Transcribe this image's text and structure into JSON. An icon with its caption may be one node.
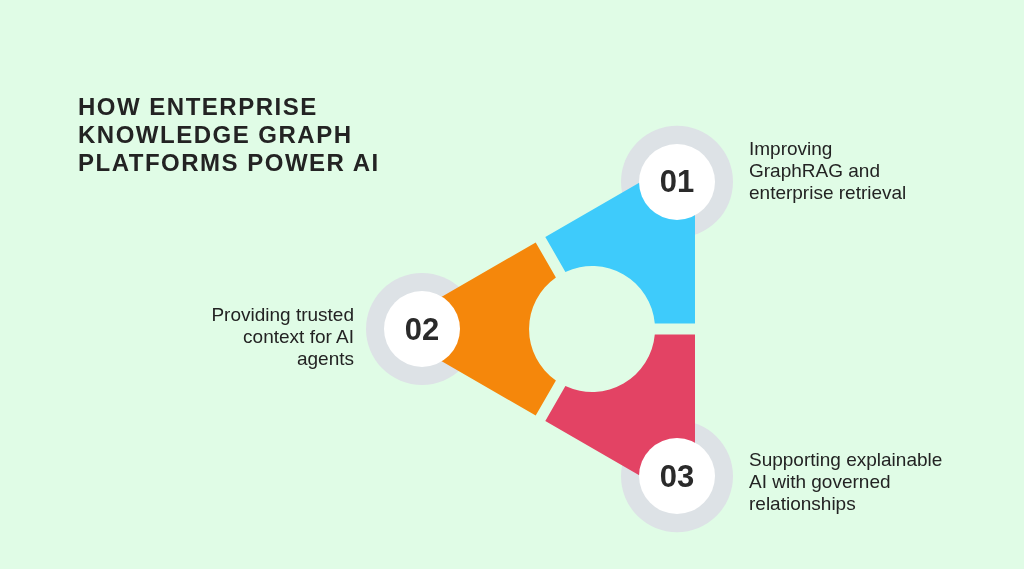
{
  "diagram": {
    "title": "HOW ENTERPRISE KNOWLEDGE GRAPH PLATFORMS POWER AI",
    "nodes": [
      {
        "text": [
          "01"
        ],
        "beside": [
          "Improving GraphRAG and enterprise retrieval"
        ]
      },
      {
        "text": [
          "02"
        ],
        "beside": [
          "Providing trusted context for AI agents"
        ]
      },
      {
        "text": [
          "03"
        ],
        "beside": [
          "Supporting explainable AI with governed relationships"
        ]
      }
    ]
  }
}
